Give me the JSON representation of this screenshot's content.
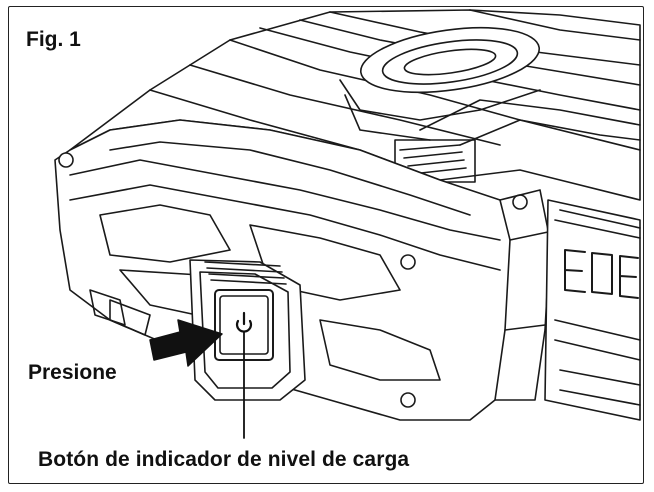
{
  "figure": {
    "label": "Fig. 1",
    "press_label": "Presione",
    "button_label": "Botón de indicador de nivel de carga",
    "line_color": "#1a1a1a",
    "fill_color": "#ffffff",
    "accent_color": "#111111"
  },
  "icons": {
    "power": "power-icon",
    "arrow": "arrow-right-icon"
  }
}
